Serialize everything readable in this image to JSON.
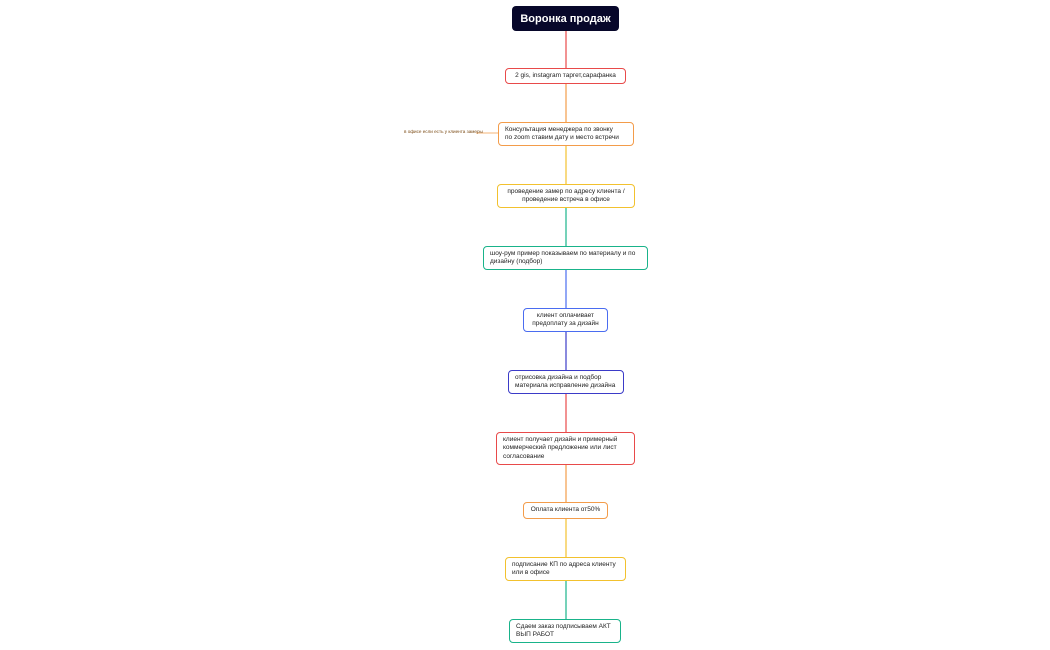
{
  "title": "Воронка продаж",
  "note": "в офисе если есть у клиента замеры",
  "steps": [
    {
      "text": "2 gis, instagram таргет,сарафанка",
      "color": "#e84a4a"
    },
    {
      "text": "Консультация менеджера  по звонку\nпо zoom ставим дату и место встречи",
      "color": "#f39c4a"
    },
    {
      "text": "проведение замер по адресу клиента /\nпроведение встреча в офисе",
      "color": "#f2c12e"
    },
    {
      "text": "шоу-рум пример показываем по материалу и по\nдизайну (подбор)",
      "color": "#19b38a"
    },
    {
      "text": "клиент оплачивает\nпредоплату за дизайн",
      "color": "#4a6cf0"
    },
    {
      "text": "отрисовка дизайна и подбор\nматериала исправление дизайна",
      "color": "#3b3bc8"
    },
    {
      "text": "клиент получает дизайн и примерный\nкоммерческий предложение или лист\nсогласование",
      "color": "#e84a4a"
    },
    {
      "text": "Оплата клиента от50%",
      "color": "#f39c4a"
    },
    {
      "text": "подписание КП по адреса клиенту\nили в офисе",
      "color": "#f2c12e"
    },
    {
      "text": "Сдаем заказ подписываем АКТ\nВЫП РАБОТ",
      "color": "#19b38a"
    }
  ]
}
